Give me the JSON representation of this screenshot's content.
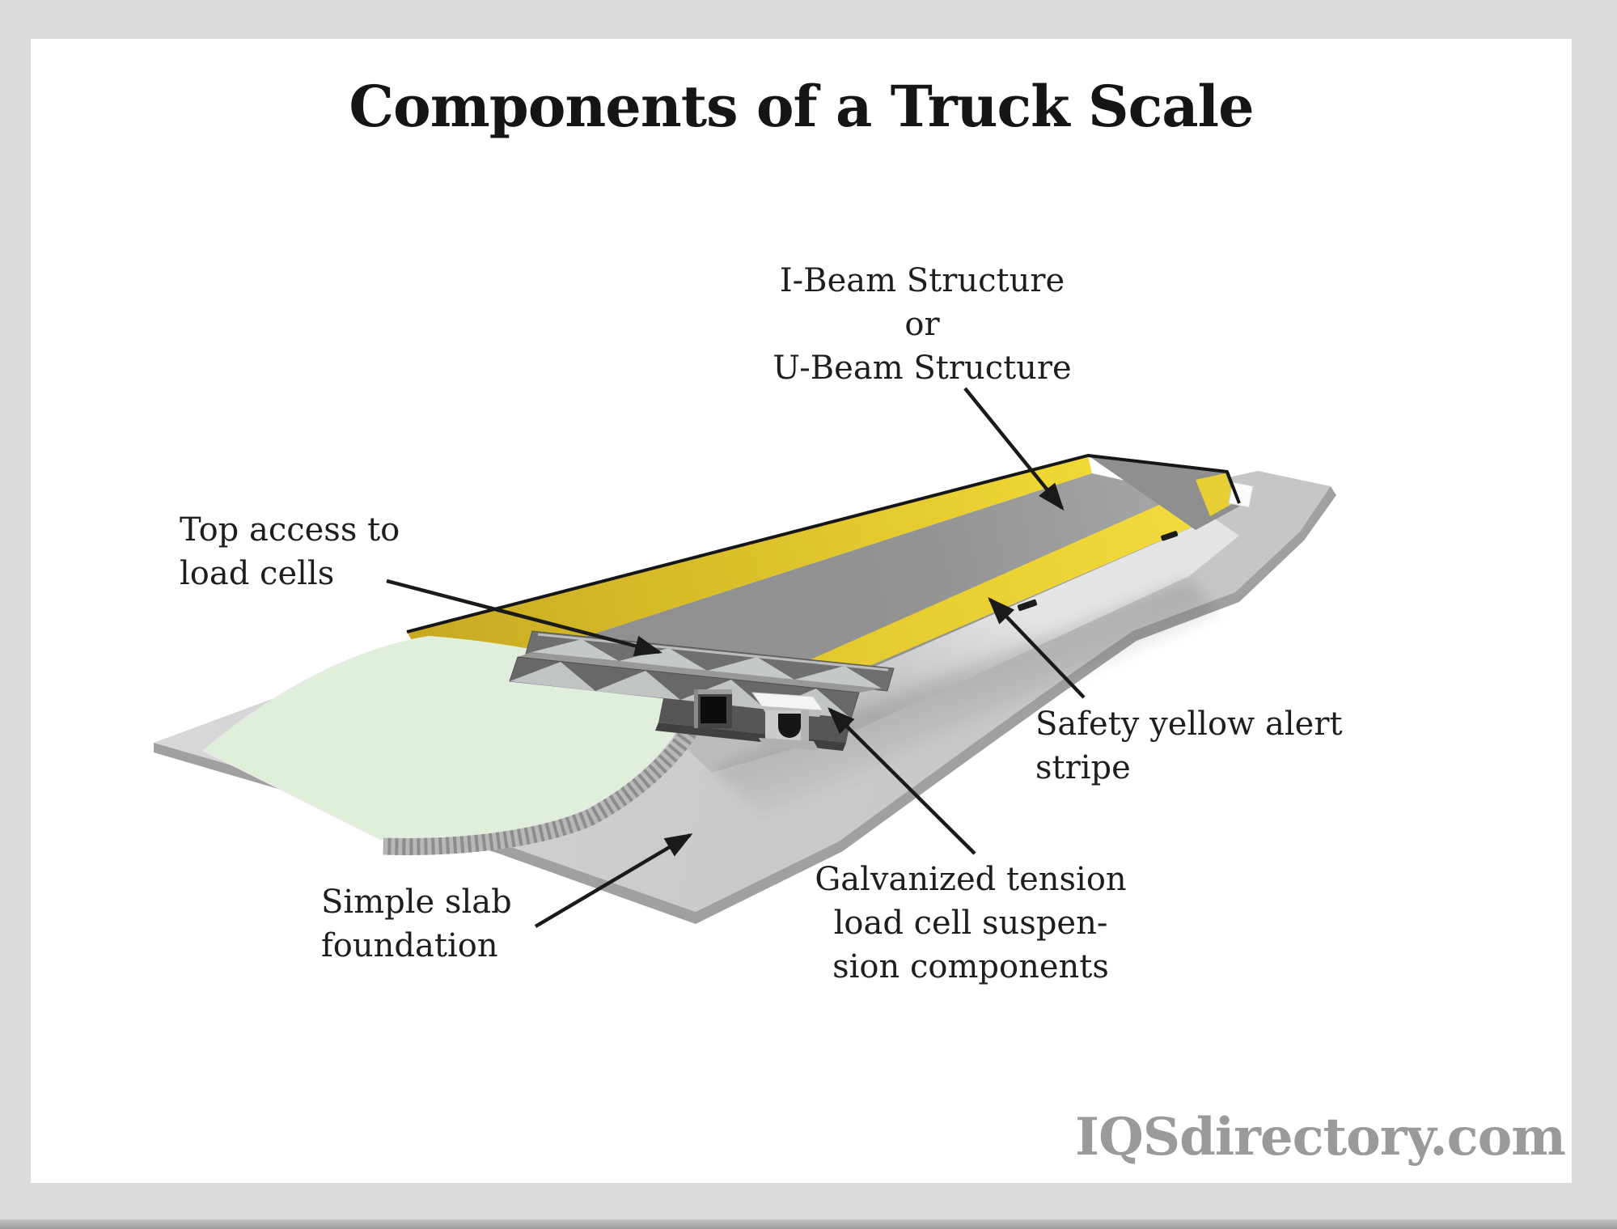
{
  "title": "Components of a Truck Scale",
  "watermark": "IQSdirectory.com",
  "labels": {
    "ibeam": [
      "I-Beam Structure",
      "or",
      "U-Beam Structure"
    ],
    "top_access": [
      "Top access to",
      "load cells"
    ],
    "safety": [
      "Safety yellow alert",
      "stripe"
    ],
    "slab": [
      "Simple slab",
      "foundation"
    ],
    "galvanized": [
      "Galvanized tension",
      "load cell suspen-",
      "sion components"
    ]
  },
  "colors": {
    "frame_gray": "#dbdbdb",
    "canvas_white": "#ffffff",
    "safety_yellow": "#f1d934",
    "safety_yellow_dark": "#c7a921",
    "deck_gray": "#949494",
    "skirt_gray": "#d5d5d5",
    "slab_gray": "#cecece",
    "ramp_mint": "#e0efdc",
    "truss_gray": "#6f6f6f",
    "pit_gray": "#565656",
    "arrow_black": "#1a1a1a",
    "watermark_gray": "#9a9a9a",
    "title_black": "#151515"
  }
}
